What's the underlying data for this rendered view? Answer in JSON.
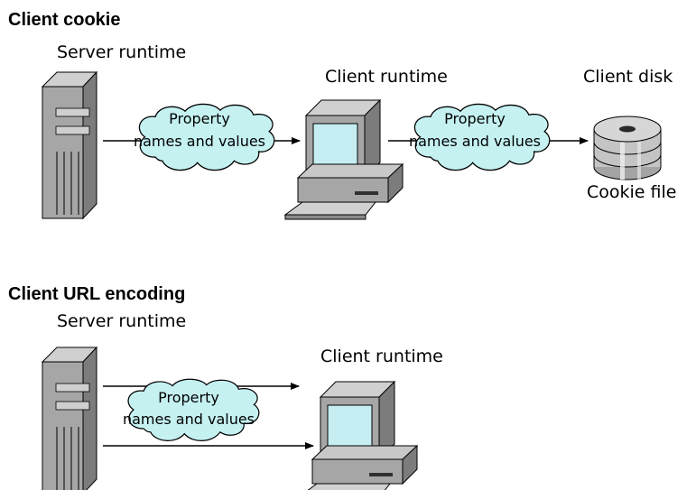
{
  "diagram": {
    "section1": {
      "title": "Client cookie",
      "server_label": "Server runtime",
      "client_label": "Client runtime",
      "disk_label": "Client disk",
      "file_label": "Cookie file",
      "cloud1_line1": "Property",
      "cloud1_line2": "names and values",
      "cloud2_line1": "Property",
      "cloud2_line2": "names and values"
    },
    "section2": {
      "title": "Client URL encoding",
      "server_label": "Server runtime",
      "client_label": "Client runtime",
      "cloud_line1": "Property",
      "cloud_line2": "names and values"
    },
    "colors": {
      "cloud_fill": "#c5f1f1",
      "screen_fill": "#c6eef2",
      "device_light": "#c8c8c8",
      "device_mid": "#a4a4a4",
      "device_dark": "#7a7a7a"
    },
    "icons": [
      "server-icon",
      "computer-icon",
      "disk-icon",
      "cloud-icon"
    ]
  }
}
